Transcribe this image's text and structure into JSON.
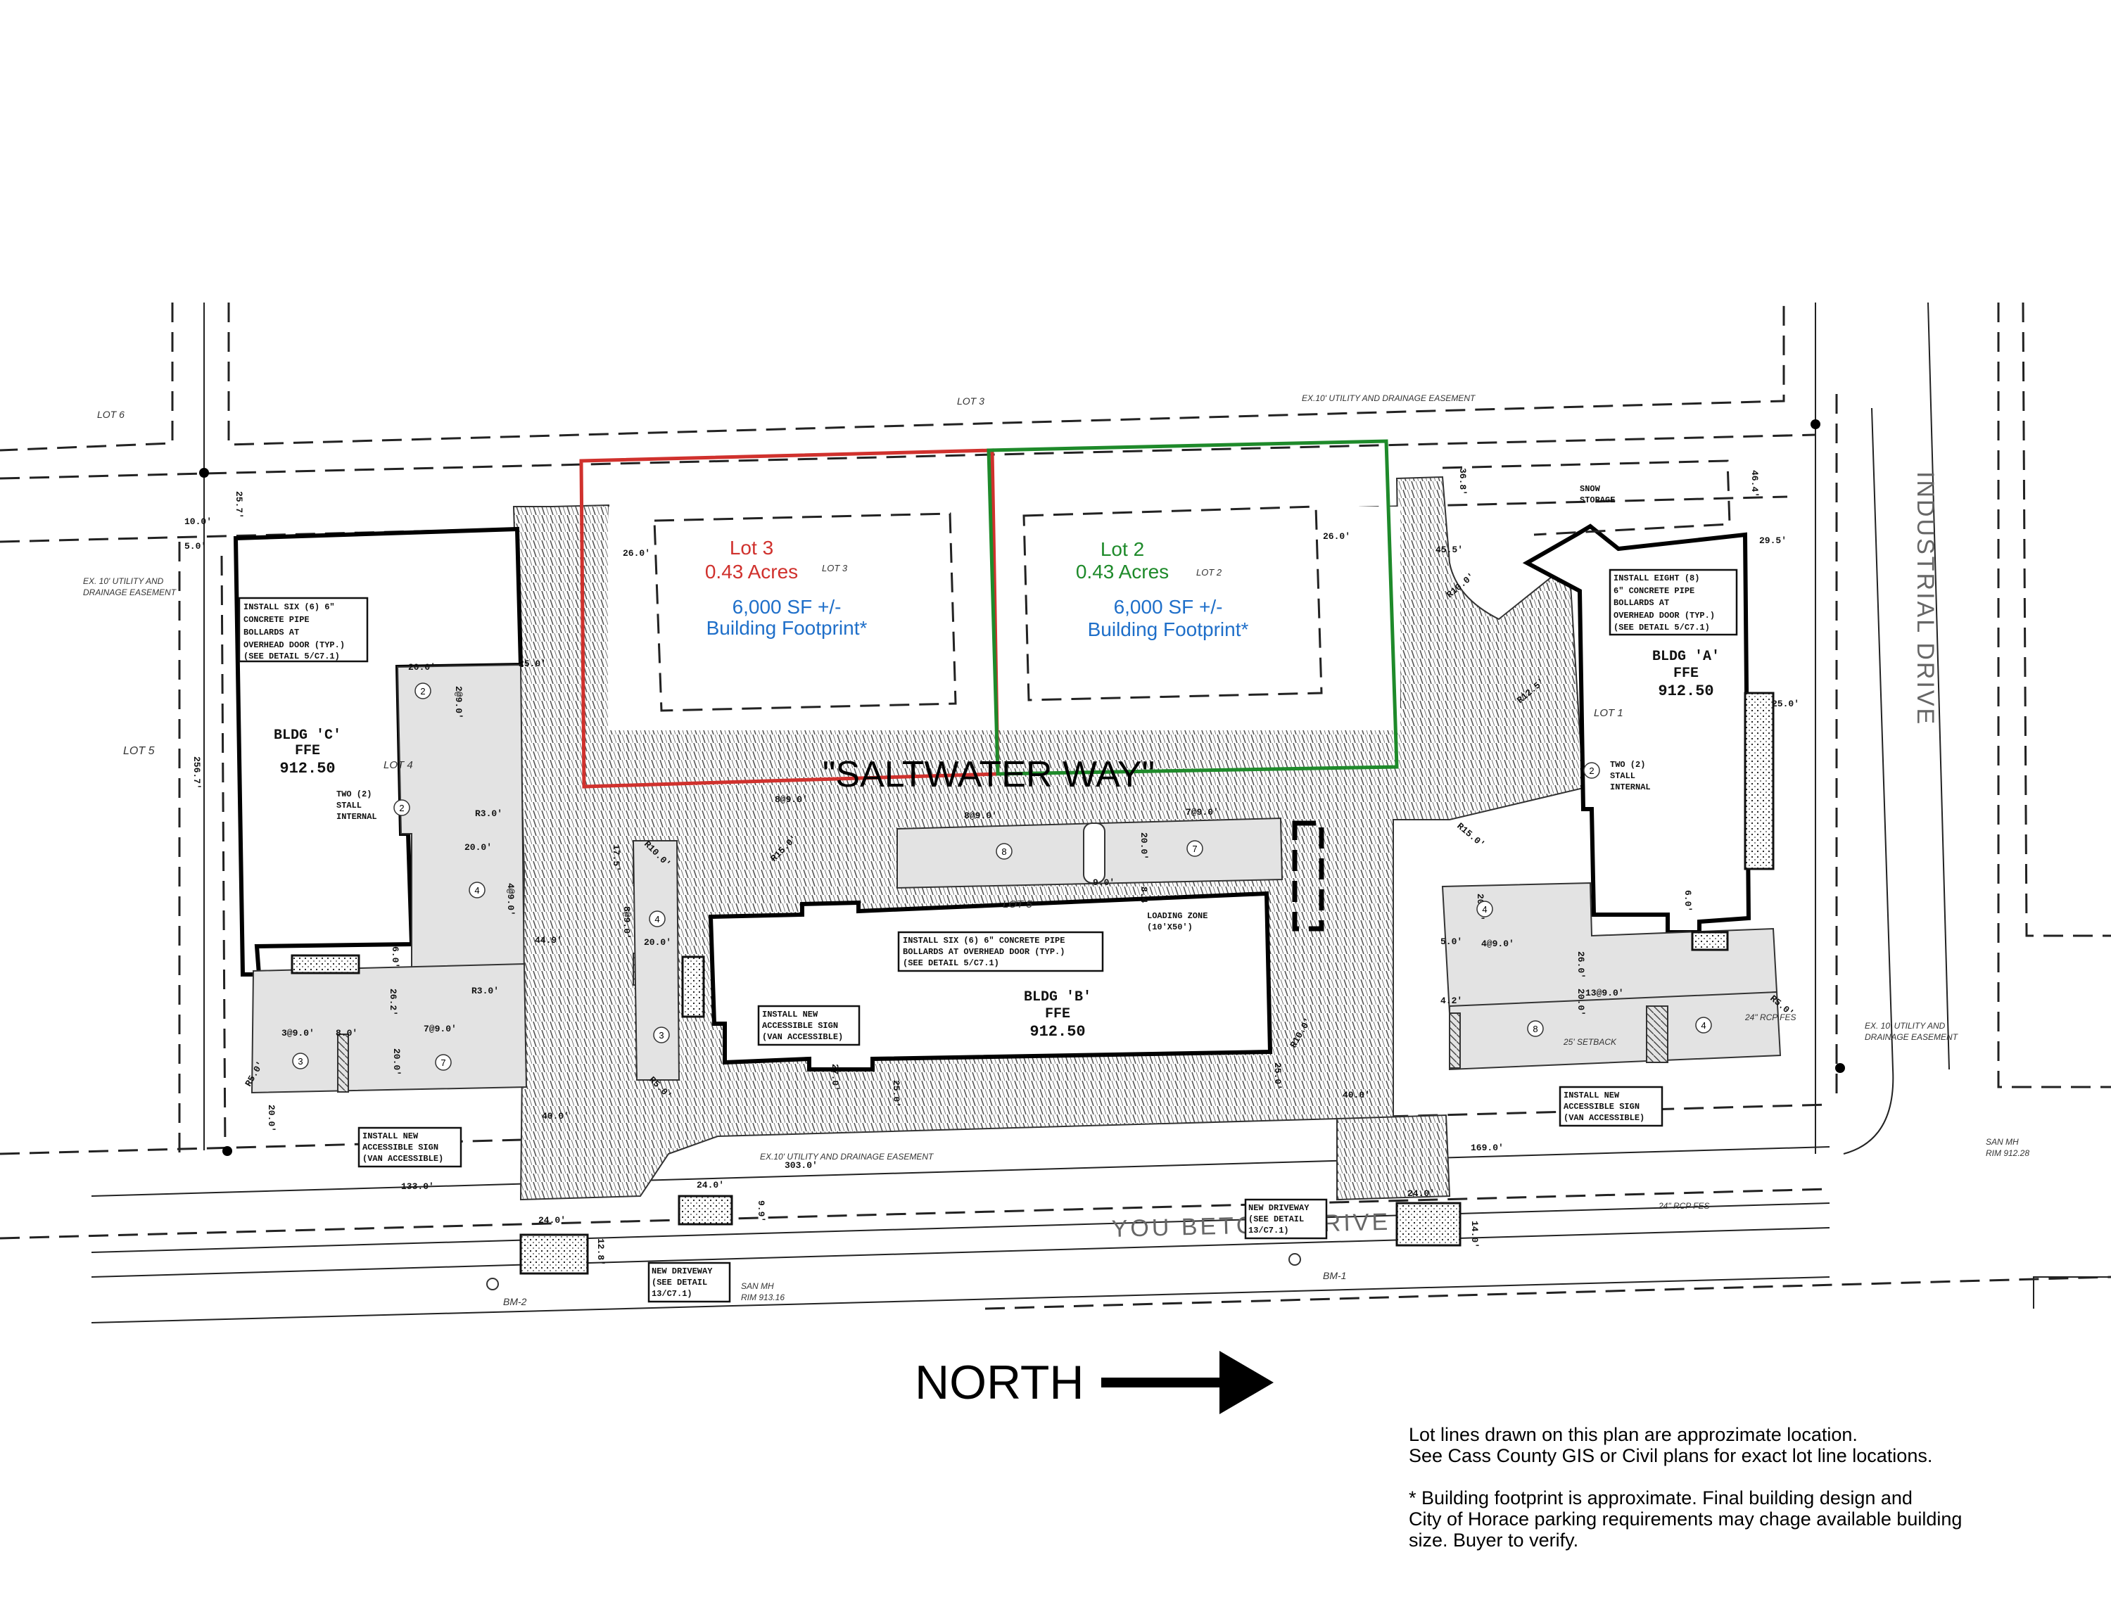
{
  "plan": {
    "street_name_private": "\"SALTWATER WAY\"",
    "street_south": "YOU BETCHA DRIVE",
    "street_east": "INDUSTRIAL DRIVE",
    "north_label": "NORTH",
    "colors": {
      "lot3": "#d0312d",
      "lot2": "#1e8a2a",
      "footprint": "#1f6fc9"
    }
  },
  "lots_highlighted": [
    {
      "name": "Lot 3",
      "acres": "0.43 Acres",
      "cad_label": "LOT 3",
      "sf": "6,000 SF +/-",
      "footprint": "Building Footprint*",
      "color": "#d0312d"
    },
    {
      "name": "Lot 2",
      "acres": "0.43 Acres",
      "cad_label": "LOT 2",
      "sf": "6,000 SF +/-",
      "footprint": "Building Footprint*",
      "color": "#1e8a2a"
    }
  ],
  "lot_labels": {
    "lot6": "LOT 6",
    "lot3_top": "LOT 3",
    "lot5_left": "LOT 5",
    "lot4": "LOT 4",
    "lot5_mid": "LOT 5",
    "lot1": "LOT 1"
  },
  "buildings": {
    "c": {
      "name": "BLDG 'C'",
      "ffe": "FFE",
      "elev": "912.50"
    },
    "b": {
      "name": "BLDG 'B'",
      "ffe": "FFE",
      "elev": "912.50"
    },
    "a": {
      "name": "BLDG 'A'",
      "ffe": "FFE",
      "elev": "912.50"
    }
  },
  "callouts": {
    "bollards_c": [
      "INSTALL SIX (6) 6\"",
      "CONCRETE PIPE",
      "BOLLARDS AT",
      "OVERHEAD DOOR (TYP.)",
      "(SEE DETAIL 5/C7.1)"
    ],
    "bollards_b": [
      "INSTALL SIX (6) 6\" CONCRETE PIPE",
      "BOLLARDS AT OVERHEAD DOOR (TYP.)",
      "(SEE DETAIL 5/C7.1)"
    ],
    "bollards_a": [
      "INSTALL EIGHT (8)",
      "6\" CONCRETE PIPE",
      "BOLLARDS AT",
      "OVERHEAD DOOR (TYP.)",
      "(SEE DETAIL 5/C7.1)"
    ],
    "sign_left": [
      "INSTALL NEW",
      "ACCESSIBLE SIGN",
      "(VAN ACCESSIBLE)"
    ],
    "sign_mid": [
      "INSTALL NEW",
      "ACCESSIBLE SIGN",
      "(VAN ACCESSIBLE)"
    ],
    "sign_right": [
      "INSTALL NEW",
      "ACCESSIBLE SIGN",
      "(VAN ACCESSIBLE)"
    ],
    "driveway_left": [
      "NEW DRIVEWAY",
      "(SEE DETAIL",
      "13/C7.1)"
    ],
    "driveway_right": [
      "NEW DRIVEWAY",
      "(SEE DETAIL",
      "13/C7.1)"
    ],
    "stall_c": [
      "TWO (2)",
      "STALL",
      "INTERNAL"
    ],
    "stall_a": [
      "TWO (2)",
      "STALL",
      "INTERNAL"
    ],
    "loading": [
      "LOADING ZONE",
      "(10'X50')"
    ],
    "snow": [
      "SNOW",
      "STORAGE"
    ]
  },
  "easements": {
    "top": "EX.10' UTILITY AND DRAINAGE EASEMENT",
    "left": [
      "EX. 10' UTILITY AND",
      "DRAINAGE EASEMENT"
    ],
    "bottom": "EX.10' UTILITY AND DRAINAGE EASEMENT",
    "right": [
      "EX. 10' UTILITY AND",
      "DRAINAGE EASEMENT"
    ]
  },
  "utilities": {
    "san_mh_left": [
      "SAN MH",
      "RIM 913.16"
    ],
    "san_mh_right": [
      "SAN MH",
      "RIM 912.28"
    ],
    "rcp_top": "24\" RCP FES",
    "rcp_bottom": "24\" RCP FES",
    "setback": "25' SETBACK",
    "bm1": "BM-1",
    "bm2": "BM-2"
  },
  "dimensions": {
    "d10": "10.0'",
    "d5": "5.0'",
    "d25_7": "25.7'",
    "d256_7": "256.7'",
    "d26_left": "26.0'",
    "d26_right": "26.0'",
    "d25_c": "25.0'",
    "d20_c": "20.0'",
    "d2at9": "2@9.0'",
    "r3a": "R3.0'",
    "d20_c2": "20.0'",
    "d4at9_c": "4@9.0'",
    "d6_c": "6.0'",
    "d26_2": "26.2'",
    "r3b": "R3.0'",
    "d3at9": "3@9.0'",
    "d8": "8.0'",
    "d7at9_c": "7@9.0'",
    "d20_c3": "20.0'",
    "r5_c": "R5.0'",
    "d20_c4": "20.0'",
    "d40_left": "40.0'",
    "d133": "133.0'",
    "d24_a": "24.0'",
    "d12_8": "12.8'",
    "d24_b": "24.0'",
    "d9_9": "9.9'",
    "d44_9": "44.9'",
    "d17_5": "17.5'",
    "r10_b": "R10.0'",
    "r15_b": "R15.0'",
    "d8at9_b": "8@9.0'",
    "d20_b": "20.0'",
    "d8at9_v": "8@9.0'",
    "d7at9_b": "7@9.0'",
    "d20_bv": "20.0'",
    "d9": "9.0'",
    "d8_4": "8.4",
    "r5_b": "R5.0'",
    "d27": "27.0'",
    "d25_b1": "25.0'",
    "d25_b2": "25.0'",
    "r10_b2": "R10.0'",
    "d303": "303.0'",
    "d40_right": "40.0'",
    "d24_c": "24.0'",
    "d14": "14.0'",
    "d169": "169.0'",
    "d45_5": "45.5'",
    "r10_a": "R10.0'",
    "r12_5": "R12.5'",
    "d29_5": "29.5'",
    "d25_a": "25.0'",
    "d36_8": "36.8'",
    "d46_4": "46.4'",
    "r15_a": "R15.0'",
    "d20_a": "20.0'",
    "d5_a": "5.0'",
    "d4at9_a": "4@9.0'",
    "d6_a": "6.0'",
    "d26_a": "26.0'",
    "d13at9": "13@9.0'",
    "d4_2": "4.2'",
    "d20_a2": "20.0'",
    "r5_a": "R5.0'"
  },
  "stall_counts": {
    "c_top": "2",
    "c_internal": "2",
    "c_side": "4",
    "c_bot_left": "3",
    "c_bot_right": "7",
    "b_left_top": "4",
    "b_left_bot": "3",
    "b_top_left": "8",
    "b_top_right": "7",
    "a_internal": "2",
    "a_side": "4",
    "a_bot_left": "8",
    "a_bot_right": "4"
  },
  "notes": [
    [
      "Lot lines drawn on this plan are approzimate location.",
      "See Cass County GIS or Civil plans for exact lot line locations."
    ],
    [
      "* Building footprint is approximate. Final building design and",
      "City of Horace parking requirements may chage available building",
      "size. Buyer to verify."
    ]
  ]
}
